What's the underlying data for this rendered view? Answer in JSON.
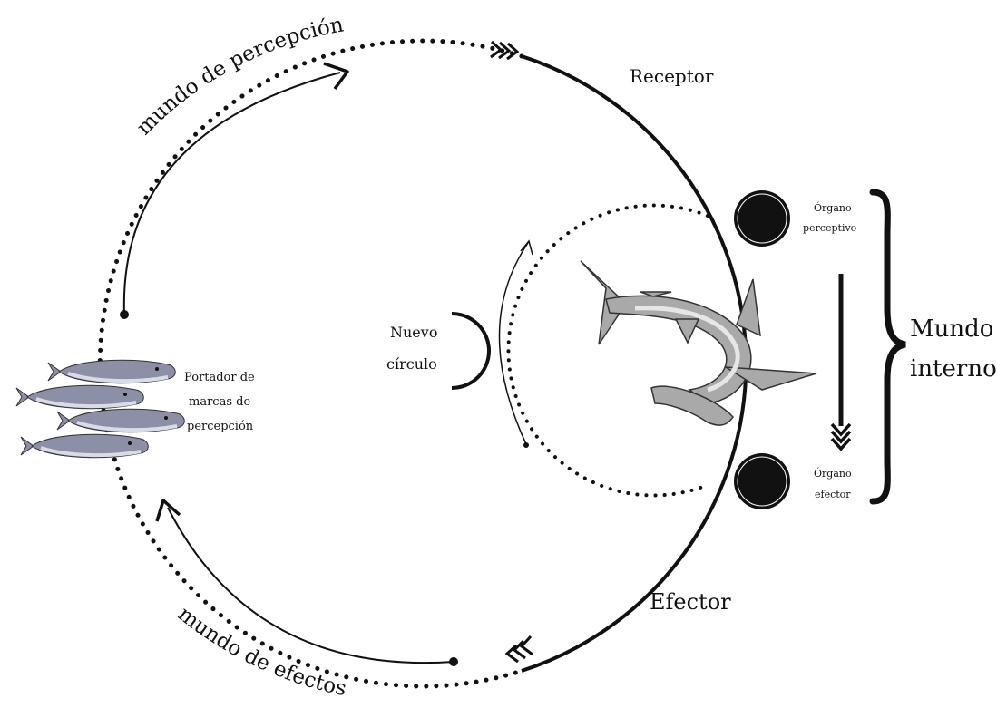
{
  "labels": {
    "receptor": "Receptor",
    "efector": "Efector",
    "perception_world": "mundo de percepción",
    "effect_world": "mundo de efectos",
    "carrier_line1": "Portador de",
    "carrier_line2": "marcas de",
    "carrier_line3": "percepción",
    "new_circle_line1": "Nuevo",
    "new_circle_line2": "círculo",
    "perceptive_organ_line1": "Órgano",
    "perceptive_organ_line2": "perceptivo",
    "effector_organ_line1": "Órgano",
    "effector_organ_line2": "efector",
    "inner_world_line1": "Mundo",
    "inner_world_line2": "interno"
  },
  "icons": {
    "fish": "fish-school-icon",
    "shark": "hammerhead-shark-icon",
    "organ": "filled-circle-icon"
  },
  "colors": {
    "ink": "#111111",
    "fish_body": "#8d8fa6",
    "fish_belly": "#d9dbe6",
    "shark_body": "#a9a9a9",
    "shark_belly": "#e6e6e6"
  }
}
